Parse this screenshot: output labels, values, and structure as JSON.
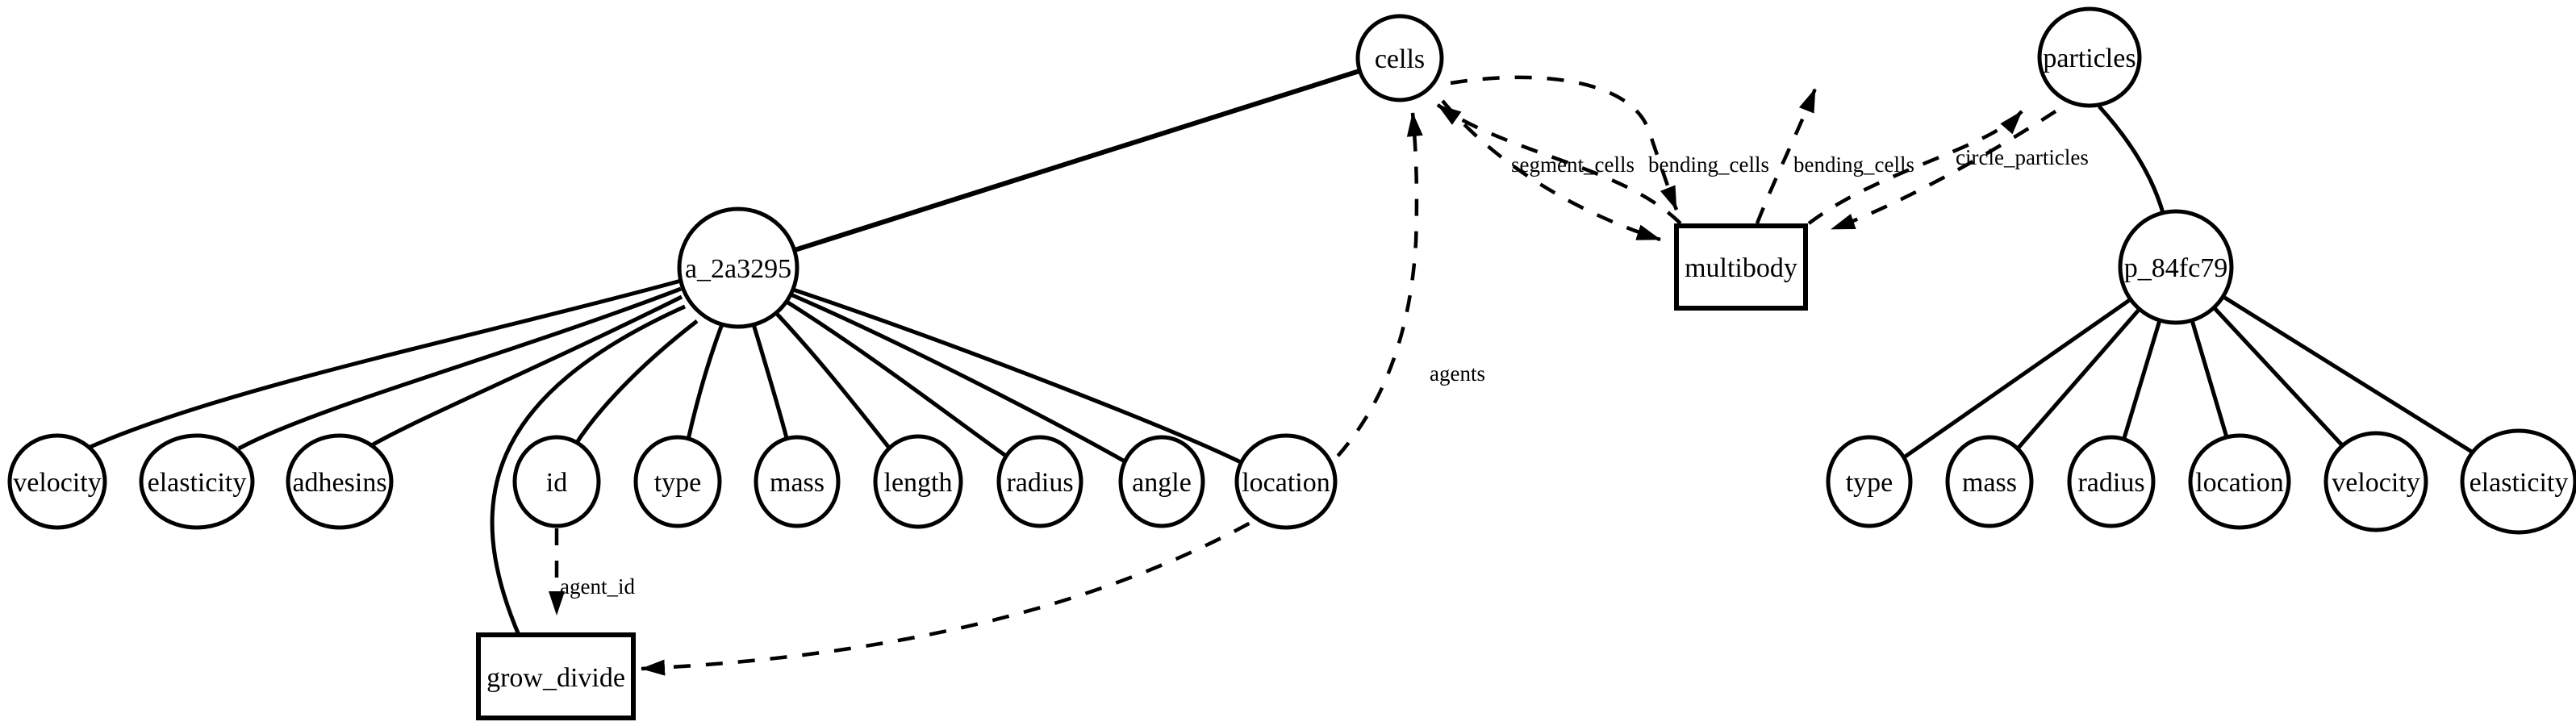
{
  "diagram": {
    "type": "topology-graph",
    "background_color": "#ffffff",
    "line_color": "#000000"
  },
  "stores": {
    "cells": "cells",
    "particles": "particles"
  },
  "agents_nodes": {
    "left_root": "a_2a3295",
    "right_root": "p_84fc79"
  },
  "left_children": [
    "velocity",
    "elasticity",
    "adhesins",
    "id",
    "type",
    "mass",
    "length",
    "radius",
    "angle",
    "location"
  ],
  "right_children": [
    "type",
    "mass",
    "radius",
    "location",
    "velocity",
    "elasticity"
  ],
  "processes": {
    "multibody": "multibody",
    "grow_divide": "grow_divide"
  },
  "edge_labels": {
    "segment_cells": "segment_cells",
    "bending_cells_1": "bending_cells",
    "bending_cells_2": "bending_cells",
    "circle_particles": "circle_particles",
    "agents": "agents",
    "agent_id": "agent_id"
  }
}
